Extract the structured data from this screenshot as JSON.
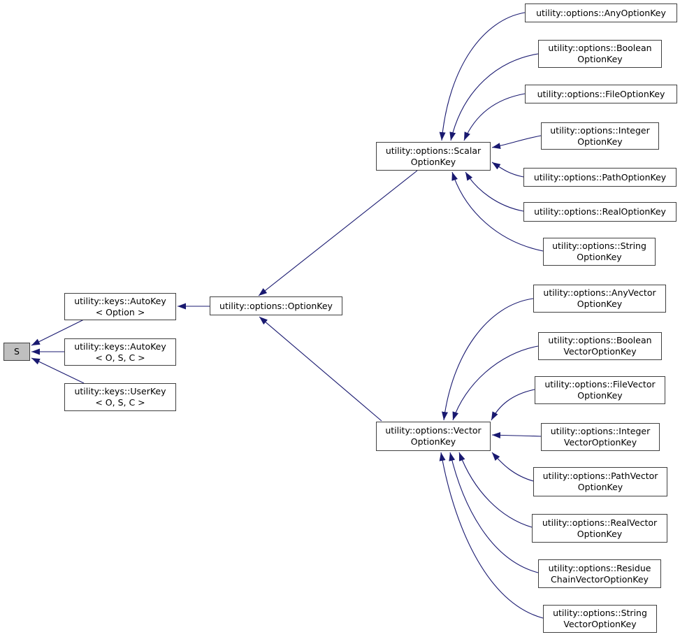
{
  "colors": {
    "edge": "#191970",
    "border": "#404040",
    "node_fill": "#ffffff",
    "highlight_fill": "#bfbfbf",
    "background": "#ffffff",
    "text": "#000000"
  },
  "diagram": {
    "type": "class-inheritance-graph",
    "nodes": {
      "s": {
        "label": "S"
      },
      "autokey_option": {
        "label": "utility::keys::AutoKey\n< Option >"
      },
      "autokey_osc": {
        "label": "utility::keys::AutoKey\n< O, S, C >"
      },
      "userkey_osc": {
        "label": "utility::keys::UserKey\n< O, S, C >"
      },
      "optionkey": {
        "label": "utility::options::OptionKey"
      },
      "scalar": {
        "label": "utility::options::Scalar\nOptionKey"
      },
      "vector": {
        "label": "utility::options::Vector\nOptionKey"
      },
      "any": {
        "label": "utility::options::AnyOptionKey"
      },
      "boolean": {
        "label": "utility::options::Boolean\nOptionKey"
      },
      "file": {
        "label": "utility::options::FileOptionKey"
      },
      "integer": {
        "label": "utility::options::Integer\nOptionKey"
      },
      "path": {
        "label": "utility::options::PathOptionKey"
      },
      "real": {
        "label": "utility::options::RealOptionKey"
      },
      "string": {
        "label": "utility::options::String\nOptionKey"
      },
      "anyvec": {
        "label": "utility::options::AnyVector\nOptionKey"
      },
      "boolvec": {
        "label": "utility::options::Boolean\nVectorOptionKey"
      },
      "filevec": {
        "label": "utility::options::FileVector\nOptionKey"
      },
      "intvec": {
        "label": "utility::options::Integer\nVectorOptionKey"
      },
      "pathvec": {
        "label": "utility::options::PathVector\nOptionKey"
      },
      "realvec": {
        "label": "utility::options::RealVector\nOptionKey"
      },
      "residuevec": {
        "label": "utility::options::Residue\nChainVectorOptionKey"
      },
      "stringvec": {
        "label": "utility::options::String\nVectorOptionKey"
      }
    }
  }
}
